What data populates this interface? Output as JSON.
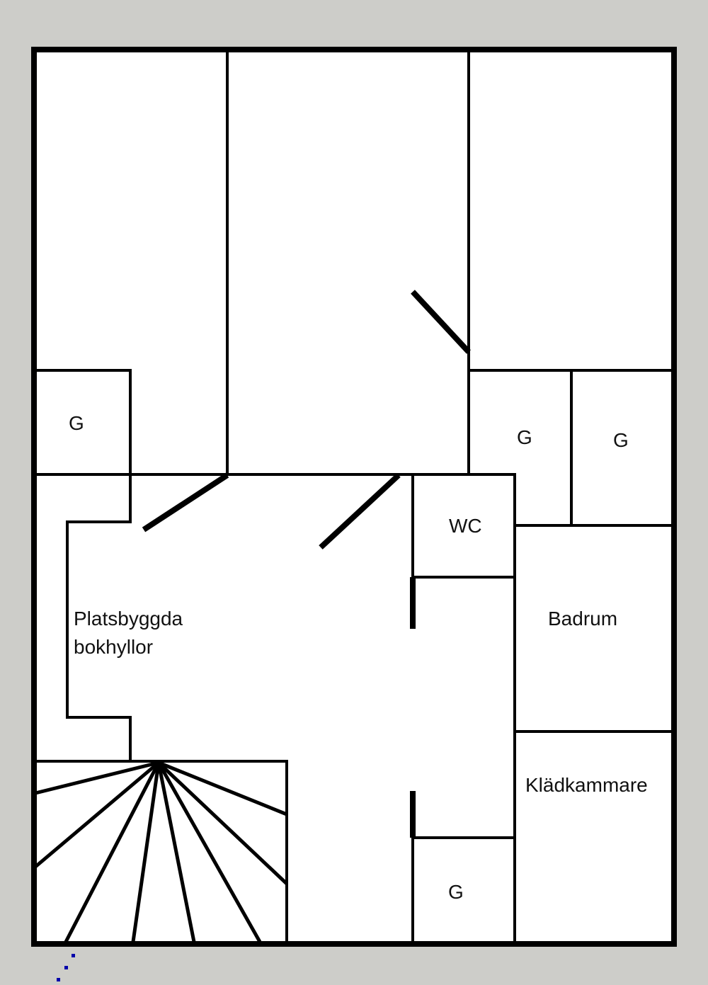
{
  "rooms": {
    "g_left": "G",
    "g_mid_right": "G",
    "g_far_right": "G",
    "wc": "WC",
    "badrum": "Badrum",
    "bookshelves_line1": "Platsbyggda",
    "bookshelves_line2": "bokhyllor",
    "kladkammare": "Klädkammare",
    "g_bottom": "G"
  },
  "colors": {
    "background": "#cdcdc9",
    "wall": "#000000",
    "floor": "#ffffff",
    "marker": "#0000aa"
  }
}
